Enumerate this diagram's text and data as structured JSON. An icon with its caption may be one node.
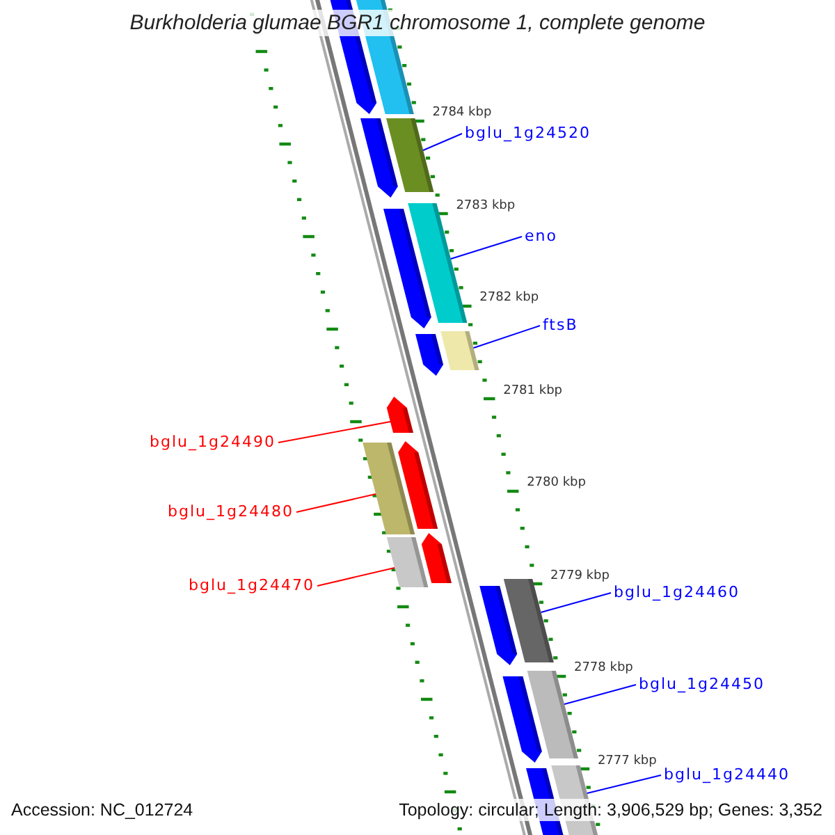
{
  "diagram": {
    "title": "Burkholderia glumae BGR1 chromosome 1, complete genome",
    "nodes": [
      {
        "text": [
          "bglu_1g24520"
        ]
      },
      {
        "text": [],
        "shape": "bar"
      },
      {
        "text": [
          "eno"
        ]
      },
      {
        "text": [],
        "shape": "bar"
      },
      {
        "text": [
          "ftsB"
        ]
      },
      {
        "text": [],
        "shape": "bar"
      },
      {
        "text": [
          "bglu_1g24490"
        ]
      },
      {
        "text": [],
        "shape": "bar"
      },
      {
        "text": [
          "bglu_1g24480"
        ]
      },
      {
        "text": [],
        "shape": "bar"
      },
      {
        "text": [
          "bglu_1g24470"
        ]
      },
      {
        "text": [],
        "shape": "bar"
      },
      {
        "text": [
          "bglu_1g24460"
        ]
      },
      {
        "text": [],
        "shape": "bar"
      },
      {
        "text": [
          "bglu_1g24450"
        ]
      },
      {
        "text": [],
        "shape": "bar"
      },
      {
        "text": [
          "bglu_1g24440"
        ]
      },
      {
        "text": [],
        "shape": "bar"
      }
    ],
    "edges": [
      {
        "from": 0,
        "to": 1,
        "arrow": "none"
      },
      {
        "from": 2,
        "to": 3,
        "arrow": "none"
      },
      {
        "from": 4,
        "to": 5,
        "arrow": "none"
      },
      {
        "from": 6,
        "to": 7,
        "arrow": "none",
        "color": "#ff0000"
      },
      {
        "from": 8,
        "to": 9,
        "arrow": "none",
        "color": "#ff0000"
      },
      {
        "from": 10,
        "to": 11,
        "arrow": "none",
        "color": "#ff0000"
      },
      {
        "from": 12,
        "to": 13,
        "arrow": "none"
      },
      {
        "from": 14,
        "to": 15,
        "arrow": "none"
      },
      {
        "from": 16,
        "to": 17,
        "arrow": "none"
      }
    ],
    "labels": [
      "2784 kbp",
      "2783 kbp",
      "2782 kbp",
      "2781 kbp",
      "2780 kbp",
      "2779 kbp",
      "2778 kbp",
      "2777 kbp",
      "Accession: NC_012724",
      "Topology: circular; Length: 3,906,529 bp; Genes: 3,352"
    ]
  }
}
